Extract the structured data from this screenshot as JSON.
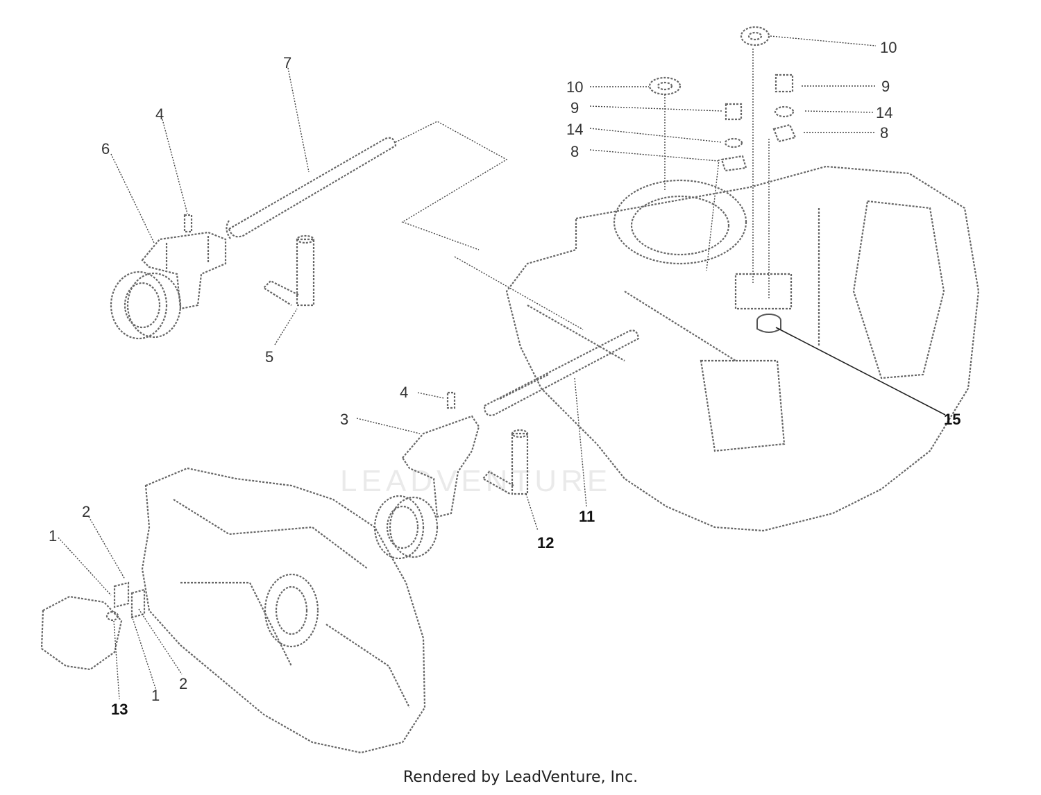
{
  "callouts": {
    "c1a": "1",
    "c1b": "1",
    "c2a": "2",
    "c2b": "2",
    "c3": "3",
    "c4a": "4",
    "c4b": "4",
    "c5": "5",
    "c6": "6",
    "c7": "7",
    "c8a": "8",
    "c8b": "8",
    "c9a": "9",
    "c9b": "9",
    "c10a": "10",
    "c10b": "10",
    "c11": "11",
    "c12": "12",
    "c13": "13",
    "c14a": "14",
    "c14b": "14",
    "c15": "15"
  },
  "watermark": "LEADVENTURE",
  "footer": "Rendered by LeadVenture, Inc."
}
